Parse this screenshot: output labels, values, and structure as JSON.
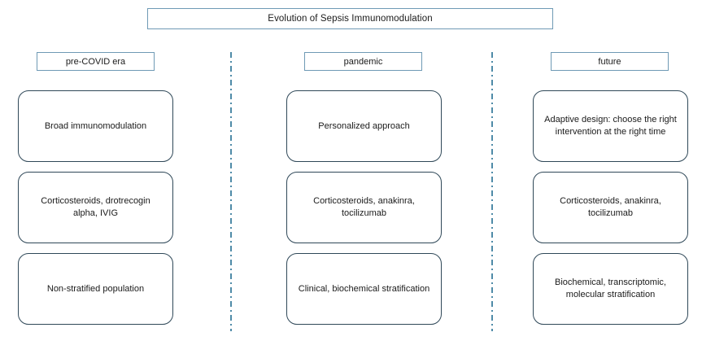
{
  "figure": {
    "title": "Evolution of Sepsis Immunomodulation"
  },
  "columns": [
    {
      "id": "pre-covid",
      "header": "pre-COVID era",
      "nodes": [
        "Broad immunomodulation",
        "Corticosteroids, drotrecogin alpha, IVIG",
        "Non-stratified population"
      ]
    },
    {
      "id": "pandemic",
      "header": "pandemic",
      "nodes": [
        "Personalized approach",
        "Corticosteroids, anakinra, tocilizumab",
        "Clinical, biochemical stratification"
      ]
    },
    {
      "id": "future",
      "header": "future",
      "nodes": [
        "Adaptive design: choose the right intervention at the right time",
        "Corticosteroids, anakinra, tocilizumab",
        "Biochemical, transcriptomic, molecular stratification"
      ]
    }
  ],
  "separators": [
    {
      "style": "dash-dot",
      "color": "#4f8ba8"
    },
    {
      "style": "dash-dot",
      "color": "#4f8ba8"
    }
  ],
  "colors": {
    "title_border": "#6f9ab5",
    "header_border": "#6f9ab5",
    "node_border": "#2f4858",
    "separator": "#4f8ba8",
    "background": "#ffffff",
    "text": "#1a1a1a"
  }
}
